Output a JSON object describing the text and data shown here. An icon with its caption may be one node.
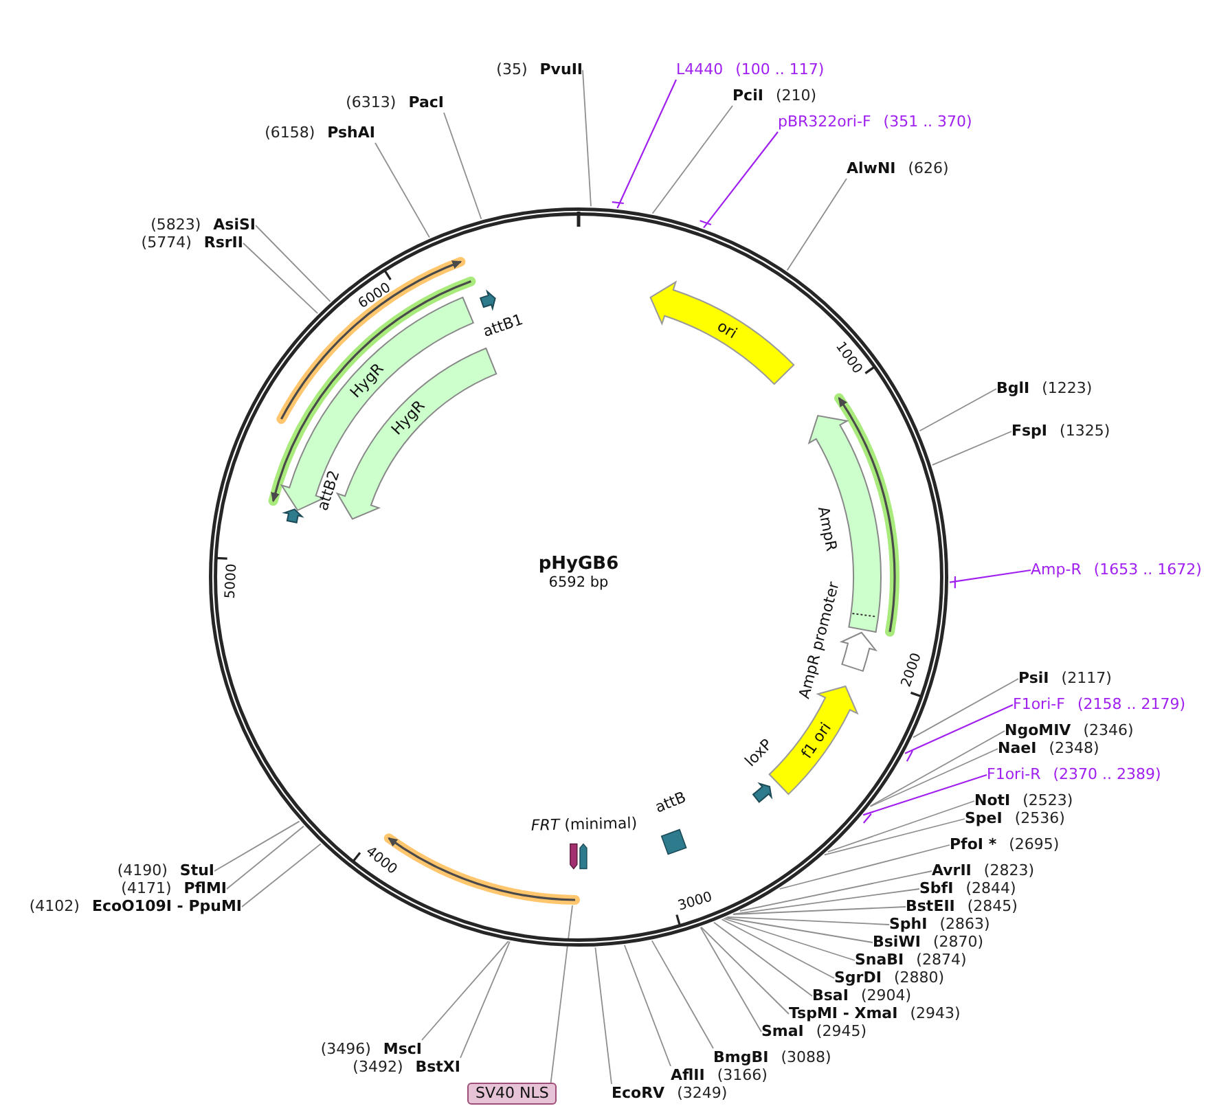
{
  "diagram": {
    "nodes": [
      {
        "text": [
          "pHyGB6",
          "6592 bp"
        ]
      },
      {
        "text": [
          "attB1"
        ],
        "in": 0
      },
      {
        "text": [
          "HygR"
        ],
        "in": 0
      },
      {
        "text": [
          "ori"
        ],
        "in": 0
      },
      {
        "text": [
          "HygR"
        ],
        "in": 0
      },
      {
        "text": [
          "AmpR"
        ],
        "in": 0
      },
      {
        "text": [
          "attB2"
        ],
        "in": 0
      },
      {
        "text": [
          "AmpR promoter"
        ],
        "in": 0
      },
      {
        "text": [
          "f1 ori"
        ],
        "in": 0
      },
      {
        "text": [
          "loxP"
        ],
        "in": 0
      },
      {
        "text": [
          "attB"
        ],
        "in": 0
      },
      {
        "text": [
          "*FRT* (minimal)"
        ],
        "in": 0
      },
      {
        "text": [
          "(35)",
          "PvuII"
        ]
      },
      {
        "text": [
          "L4440",
          "(100 .. 117)"
        ]
      },
      {
        "text": [
          "(6313)",
          "PacI"
        ]
      },
      {
        "text": [
          "PciI",
          "(210)"
        ]
      },
      {
        "text": [
          "pBR322ori-F",
          "(351 .. 370)"
        ]
      },
      {
        "text": [
          "(6158)",
          "PshAI"
        ]
      },
      {
        "text": [
          "AlwNI",
          "(626)"
        ]
      },
      {
        "text": [
          "(5823)",
          "AsiSI"
        ]
      },
      {
        "text": [
          "(5774)",
          "RsrII"
        ]
      },
      {
        "text": [
          "BglI",
          "(1223)"
        ]
      },
      {
        "text": [
          "FspI",
          "(1325)"
        ]
      },
      {
        "text": [
          "Amp-R",
          "(1653 .. 1672)"
        ]
      },
      {
        "text": [
          "PsiI",
          "(2117)"
        ]
      },
      {
        "text": [
          "F1ori-F",
          "(2158 .. 2179)"
        ]
      },
      {
        "text": [
          "NgoMIV",
          "(2346)"
        ]
      },
      {
        "text": [
          "NaeI",
          "(2348)"
        ]
      },
      {
        "text": [
          "F1ori-R",
          "(2370 .. 2389)"
        ]
      },
      {
        "text": [
          "NotI",
          "(2523)"
        ]
      },
      {
        "text": [
          "SpeI",
          "(2536)"
        ]
      },
      {
        "text": [
          "PfoI *",
          "(2695)"
        ]
      },
      {
        "text": [
          "(4190)",
          "StuI"
        ]
      },
      {
        "text": [
          "AvrII",
          "(2823)"
        ]
      },
      {
        "text": [
          "(4171)",
          "PflMI"
        ]
      },
      {
        "text": [
          "SbfI",
          "(2844)"
        ]
      },
      {
        "text": [
          "(4102)",
          "EcoO109I - PpuMI"
        ]
      },
      {
        "text": [
          "BstEII",
          "(2845)"
        ]
      },
      {
        "text": [
          "SphI",
          "(2863)"
        ]
      },
      {
        "text": [
          "BsiWI",
          "(2870)"
        ]
      },
      {
        "text": [
          "SnaBI",
          "(2874)"
        ]
      },
      {
        "text": [
          "SgrDI",
          "(2880)"
        ]
      },
      {
        "text": [
          "BsaI",
          "(2904)"
        ]
      },
      {
        "text": [
          "TspMI - XmaI",
          "(2943)"
        ]
      },
      {
        "text": [
          "SmaI",
          "(2945)"
        ]
      },
      {
        "text": [
          "(3496)",
          "MscI"
        ]
      },
      {
        "text": [
          "BmgBI",
          "(3088)"
        ]
      },
      {
        "text": [
          "(3492)",
          "BstXI"
        ]
      },
      {
        "text": [
          "AflII",
          "(3166)"
        ]
      },
      {
        "text": [
          "SV40 NLS"
        ]
      },
      {
        "text": [
          "EcoRV",
          "(3249)"
        ]
      }
    ],
    "edges": [
      {
        "from": 12,
        "to": 0,
        "arrow": "none"
      },
      {
        "from": 13,
        "to": 0,
        "arrow": "none",
        "color": "#a020f0"
      },
      {
        "from": 14,
        "to": 0,
        "arrow": "none"
      },
      {
        "from": 15,
        "to": 0,
        "arrow": "none"
      },
      {
        "from": 16,
        "to": 0,
        "arrow": "none",
        "color": "#a020f0"
      },
      {
        "from": 17,
        "to": 0,
        "arrow": "none"
      },
      {
        "from": 18,
        "to": 0,
        "arrow": "none"
      },
      {
        "from": 19,
        "to": 0,
        "arrow": "none"
      },
      {
        "from": 20,
        "to": 0,
        "arrow": "none"
      },
      {
        "from": 21,
        "to": 0,
        "arrow": "none"
      },
      {
        "from": 22,
        "to": 0,
        "arrow": "none"
      },
      {
        "from": 23,
        "to": 0,
        "arrow": "none",
        "color": "#a020f0"
      },
      {
        "from": 24,
        "to": 0,
        "arrow": "none"
      },
      {
        "from": 25,
        "to": 0,
        "arrow": "none",
        "color": "#a020f0"
      },
      {
        "from": 26,
        "to": 0,
        "arrow": "none"
      },
      {
        "from": 27,
        "to": 0,
        "arrow": "none"
      },
      {
        "from": 28,
        "to": 0,
        "arrow": "none",
        "color": "#a020f0"
      },
      {
        "from": 29,
        "to": 0,
        "arrow": "none"
      },
      {
        "from": 30,
        "to": 0,
        "arrow": "none"
      },
      {
        "from": 31,
        "to": 0,
        "arrow": "none"
      },
      {
        "from": 32,
        "to": 0,
        "arrow": "none"
      },
      {
        "from": 33,
        "to": 0,
        "arrow": "none"
      },
      {
        "from": 34,
        "to": 0,
        "arrow": "none"
      },
      {
        "from": 35,
        "to": 0,
        "arrow": "none"
      },
      {
        "from": 36,
        "to": 0,
        "arrow": "none"
      },
      {
        "from": 37,
        "to": 0,
        "arrow": "none"
      },
      {
        "from": 38,
        "to": 0,
        "arrow": "none"
      },
      {
        "from": 39,
        "to": 0,
        "arrow": "none"
      },
      {
        "from": 40,
        "to": 0,
        "arrow": "none"
      },
      {
        "from": 41,
        "to": 0,
        "arrow": "none"
      },
      {
        "from": 42,
        "to": 0,
        "arrow": "none"
      },
      {
        "from": 43,
        "to": 0,
        "arrow": "none"
      },
      {
        "from": 44,
        "to": 0,
        "arrow": "none"
      },
      {
        "from": 45,
        "to": 0,
        "arrow": "none"
      },
      {
        "from": 46,
        "to": 0,
        "arrow": "none"
      },
      {
        "from": 47,
        "to": 0,
        "arrow": "none"
      },
      {
        "from": 48,
        "to": 0,
        "arrow": "none"
      },
      {
        "from": 49,
        "to": null,
        "arrow": "none"
      },
      {
        "from": 50,
        "to": 0,
        "arrow": "none"
      }
    ],
    "labels": [
      "6000",
      "1000",
      "5000",
      "2000",
      "4000",
      "3000"
    ]
  }
}
